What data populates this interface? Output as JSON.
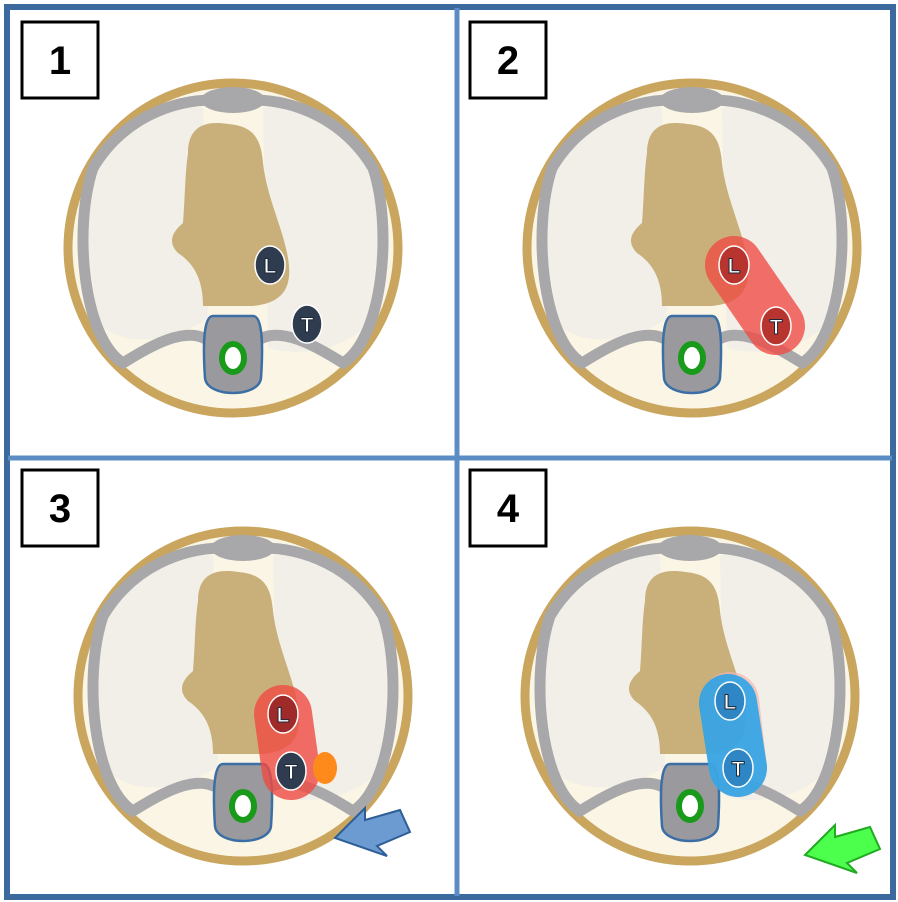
{
  "panels": [
    {
      "number": "1",
      "markers": [
        {
          "key": "L",
          "label": "L",
          "shape": "L",
          "color": "#2f3b4f"
        },
        {
          "key": "T",
          "label": "T",
          "shape": "T",
          "color": "#2f3b4f"
        }
      ],
      "overlay": null,
      "arrow": null
    },
    {
      "number": "2",
      "markers": [
        {
          "key": "L",
          "label": "L",
          "shape": "L",
          "color": "#b8342f"
        },
        {
          "key": "T",
          "label": "T",
          "shape": "T",
          "color": "#b8342f"
        }
      ],
      "overlay": {
        "color": "#f04b44",
        "opacity": 0.78
      },
      "arrow": null
    },
    {
      "number": "3",
      "markers": [
        {
          "key": "L",
          "label": "L",
          "shape": "L",
          "color": "#9e2a2a"
        },
        {
          "key": "T",
          "label": "T",
          "shape": "T",
          "color": "#2f3b4f"
        },
        {
          "key": "O",
          "label": "",
          "shape": "blob",
          "color": "#ff8a1c"
        }
      ],
      "overlay": {
        "color": "#f04b44",
        "opacity": 0.8
      },
      "arrow": {
        "color": "#6b9bd1",
        "stroke": "#2d5e96"
      }
    },
    {
      "number": "4",
      "markers": [
        {
          "key": "L",
          "label": "L",
          "shape": "L",
          "color": "#2e86c4"
        },
        {
          "key": "T",
          "label": "T",
          "shape": "T",
          "color": "#2e86c4"
        }
      ],
      "overlay": {
        "color": "#f5b7b0",
        "opacity": 0.7
      },
      "overlay2": {
        "color": "#2aa4e8",
        "opacity": 0.88
      },
      "arrow": {
        "color": "#4cff4c",
        "stroke": "#22aa22"
      }
    }
  ],
  "colors": {
    "frame": "#5b8cc4",
    "frame_dark": "#3c6a9e",
    "body_outer": "#c9a55e",
    "body_fill": "#faf5e4",
    "rib": "#a8a8ab",
    "lung": "#f2efe8",
    "mediastinum": "#c9b07a",
    "spine": "#9a9a9e",
    "spine_outline": "#3a6ea5",
    "cord_ring": "#1a9a1a"
  }
}
